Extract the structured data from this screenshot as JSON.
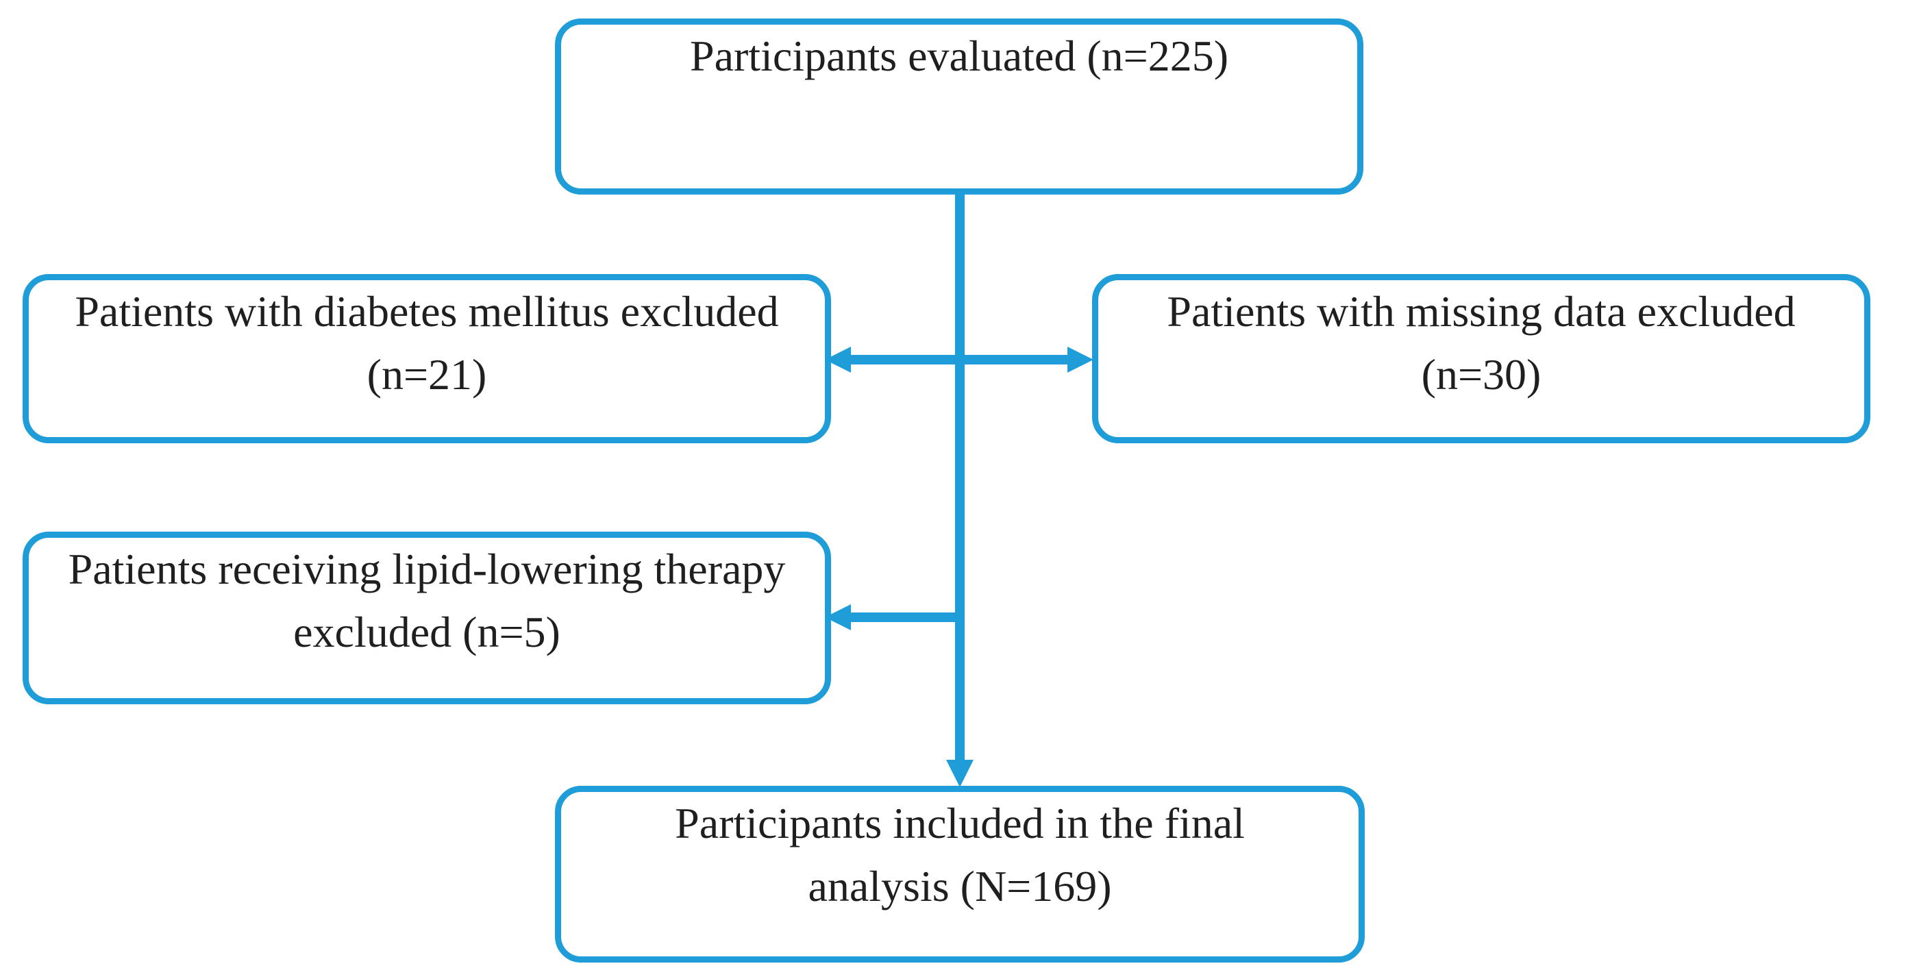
{
  "figure": {
    "type": "participant-flow-diagram",
    "colors": {
      "accent": "#1e9dd8",
      "text": "#1f1f1f",
      "background": "#ffffff"
    },
    "nodes": {
      "evaluated": {
        "lines": [
          "Participants evaluated (n=225)"
        ]
      },
      "diabetes_excluded": {
        "lines": [
          "Patients with diabetes mellitus excluded",
          "(n=21)"
        ]
      },
      "missing_data_excluded": {
        "lines": [
          "Patients with missing data excluded",
          "(n=30)"
        ]
      },
      "lipid_therapy_excluded": {
        "lines": [
          "Patients receiving lipid-lowering therapy",
          "excluded (n=5)"
        ]
      },
      "final_analysis": {
        "lines": [
          "Participants included in the final",
          "analysis (N=169)"
        ]
      }
    }
  }
}
